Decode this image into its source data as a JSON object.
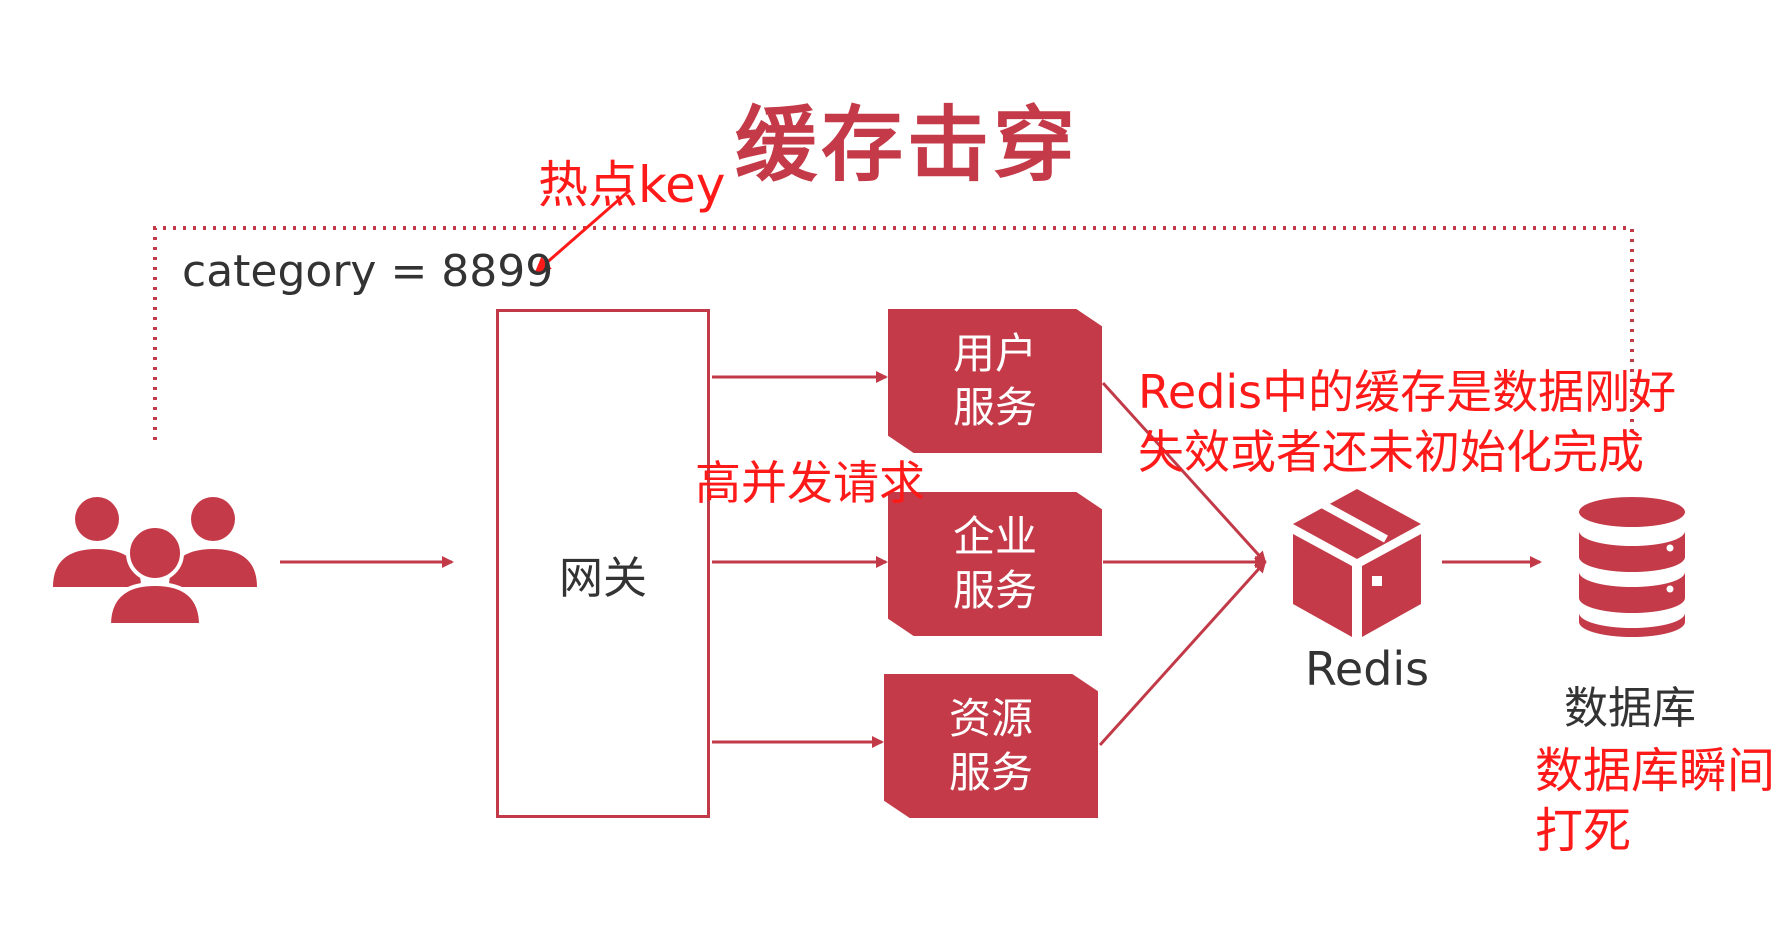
{
  "title": "缓存击穿",
  "annotations": {
    "hot_key": "热点key",
    "high_concurrency": "高并发请求",
    "redis_note_line1": "Redis中的缓存是数据刚好",
    "redis_note_line2": "失效或者还未初始化完成",
    "db_note_line1": "数据库瞬间",
    "db_note_line2": "打死"
  },
  "request_key": "category = 8899",
  "nodes": {
    "users": {
      "icon": "users-group-icon"
    },
    "gateway": {
      "label": "网关"
    },
    "services": [
      {
        "line1": "用户",
        "line2": "服务"
      },
      {
        "line1": "企业",
        "line2": "服务"
      },
      {
        "line1": "资源",
        "line2": "服务"
      }
    ],
    "redis": {
      "label": "Redis",
      "icon": "box-icon"
    },
    "database": {
      "label": "数据库",
      "icon": "database-icon"
    }
  },
  "colors": {
    "primary": "#c43a48",
    "annotation": "#ff1a1a",
    "text": "#333333"
  }
}
